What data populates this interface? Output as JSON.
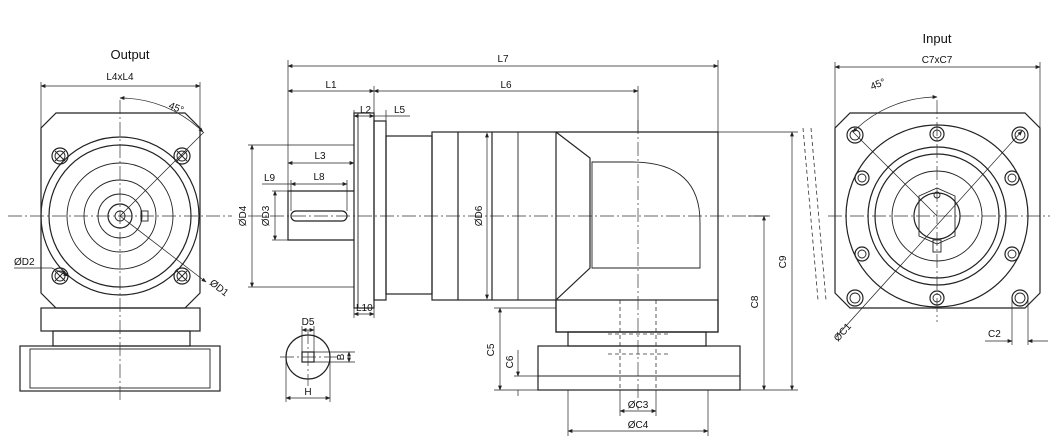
{
  "views": {
    "output_title": "Output",
    "input_title": "Input"
  },
  "dims": {
    "L4xL4": "L4xL4",
    "angle_out": "45°",
    "D1": "ØD1",
    "D2": "ØD2",
    "L7": "L7",
    "L1": "L1",
    "L6": "L6",
    "L2": "L2",
    "L5": "L5",
    "L3": "L3",
    "L9": "L9",
    "L8": "L8",
    "D4": "ØD4",
    "D3": "ØD3",
    "D6": "ØD6",
    "L10": "L10",
    "C9": "C9",
    "C8": "C8",
    "C5": "C5",
    "C6": "C6",
    "C3": "ØC3",
    "C4": "ØC4",
    "D5": "D5",
    "B": "B",
    "H": "H",
    "C7xC7": "C7xC7",
    "angle_in": "45°",
    "C1": "ØC1",
    "C2": "C2"
  }
}
